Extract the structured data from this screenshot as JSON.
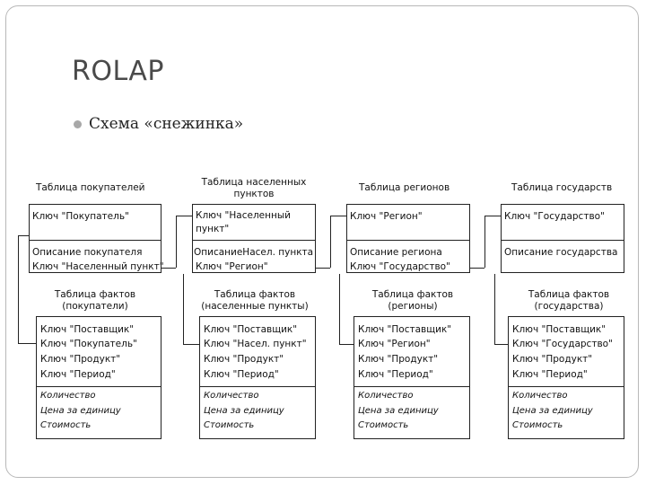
{
  "title": "ROLAP",
  "bullet": "Схема «снежинка»",
  "dim_captions": [
    "Таблица покупателей",
    "Таблица населенных пунктов",
    "Таблица регионов",
    "Таблица государств"
  ],
  "dims": [
    {
      "key": [
        "Ключ \"Покупатель\""
      ],
      "attrs": [
        "Описание покупателя",
        "Ключ \"Населенный пункт\""
      ]
    },
    {
      "key": [
        "Ключ \"Населенный",
        "пункт\""
      ],
      "attrs": [
        "ОписаниеНасел. пункта",
        "Ключ \"Регион\""
      ]
    },
    {
      "key": [
        "Ключ \"Регион\""
      ],
      "attrs": [
        "Описание региона",
        "Ключ \"Государство\""
      ]
    },
    {
      "key": [
        "Ключ \"Государство\""
      ],
      "attrs": [
        "Описание государства"
      ]
    }
  ],
  "fact_captions": [
    [
      "Таблица фактов",
      "(покупатели)"
    ],
    [
      "Таблица фактов",
      "(населенные пункты)"
    ],
    [
      "Таблица фактов",
      "(регионы)"
    ],
    [
      "Таблица фактов",
      "(государства)"
    ]
  ],
  "facts": [
    {
      "keys": [
        "Ключ \"Поставщик\"",
        "Ключ \"Покупатель\"",
        "Ключ \"Продукт\"",
        "Ключ \"Период\""
      ]
    },
    {
      "keys": [
        "Ключ \"Поставщик\"",
        "Ключ \"Насел. пункт\"",
        "Ключ \"Продукт\"",
        "Ключ \"Период\""
      ]
    },
    {
      "keys": [
        "Ключ \"Поставщик\"",
        "Ключ \"Регион\"",
        "Ключ \"Продукт\"",
        "Ключ \"Период\""
      ]
    },
    {
      "keys": [
        "Ключ \"Поставщик\"",
        "Ключ \"Государство\"",
        "Ключ \"Продукт\"",
        "Ключ \"Период\""
      ]
    }
  ],
  "measures": [
    "Количество",
    "Цена за единицу",
    "Стоимость"
  ]
}
